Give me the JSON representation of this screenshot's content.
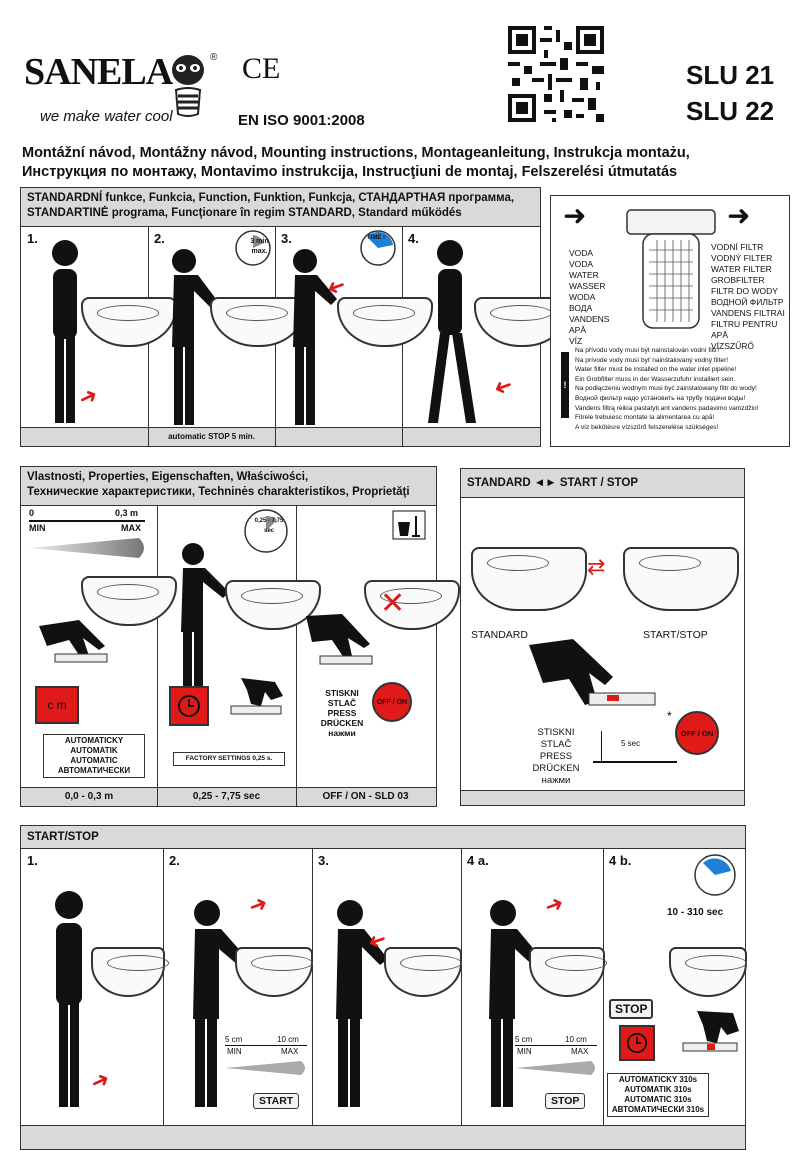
{
  "header": {
    "brand": "SANELA",
    "tagline": "we make water cool",
    "registered": "®",
    "ce": "CE",
    "iso": "EN ISO 9001:2008",
    "model1": "SLU 21",
    "model2": "SLU 22"
  },
  "title": {
    "line1": "Montážní návod, Montážny návod, Mounting instructions, Montageanleitung, Instrukcja montażu,",
    "line2": "Инструкция по монтажу, Montavimo instrukcija, Instrucţiuni de montaj, Felszerelési útmutatás"
  },
  "standard": {
    "header1": "STANDARDNÍ funkce, Funkcia, Function, Funktion, Funkcja, СТАНДАРТНАЯ программа,",
    "header2": "STANDARTINĖ programa, Funcţionare în regim STANDARD, Standard működés",
    "steps": [
      "1.",
      "2.",
      "3.",
      "4."
    ],
    "badge2": "3 min max.",
    "badge3": "TIME !",
    "footer": "automatic STOP 5 min."
  },
  "filter": {
    "left_labels": [
      "VODA",
      "VODA",
      "WATER",
      "WASSER",
      "WODA",
      "ВОДА",
      "VANDENS",
      "APĂ",
      "VÍZ"
    ],
    "right_labels": [
      "VODNÍ FILTR",
      "VODNÝ FILTER",
      "WATER FILTER",
      "GROBFILTER",
      "FILTR DO WODY",
      "ВОДНОЙ ФИЛЬТР",
      "VANDENS FILTRAI",
      "FILTRU PENTRU APĂ",
      "VÍZSZŰRŐ"
    ],
    "warning": "!",
    "notes": [
      "Na přívodu vody musí být nainstalován vodní filtr!",
      "Na prívode vody musí byť nainštalovaný vodný filter!",
      "Water filter must be installed on the water inlet pipeline!",
      "Ein Grobfilter muss in der Wasserzufuhr installiert sein.",
      "Na podłączeniu wodnym musi być zainstalowany filtr do wody!",
      "Водной фильтр надо установить на трубу подачи воды!",
      "Vandens filtrą reikia pastatyti ant vandens padavimo vamzdžio!",
      "Fitrele trebuiesc montate la alimentarea cu apă!",
      "A víz bekötésre vízszűrő felszerelése szükséges!"
    ]
  },
  "properties": {
    "header1": "Vlastnosti, Properties, Eigenschaften, Właściwości,",
    "header2": "Технические характеристики, Techninės charakteristikos, Proprietăţi",
    "scale_start": "0",
    "scale_end": "0,3 m",
    "min": "MIN",
    "max": "MAX",
    "cm": "c m",
    "auto": [
      "AUTOMATICKY",
      "AUTOMATIK",
      "AUTOMATIC",
      "АВТОМАТИЧЕСКИ"
    ],
    "badge_time": "0,25 - 7,75 sec",
    "factory": "FACTORY SETTINGS 0,25 s.",
    "press": [
      "STISKNI",
      "STLAČ",
      "PRESS",
      "DRÜCKEN",
      "нажми"
    ],
    "offon": "OFF / ON",
    "footer": [
      "0,0 - 0,3 m",
      "0,25 - 7,75 sec",
      "OFF / ON - SLD 03"
    ]
  },
  "standard_start": {
    "header": "STANDARD ◄► START / STOP",
    "standard": "STANDARD",
    "startstop": "START/STOP",
    "press": [
      "STISKNI",
      "STLAČ",
      "PRESS",
      "DRÜCKEN",
      "нажми"
    ],
    "fivesec": "5 sec",
    "offon": "OFF / ON",
    "star": "*"
  },
  "startstop": {
    "header": "START/STOP",
    "steps": [
      "1.",
      "2.",
      "3.",
      "4 a.",
      "4 b."
    ],
    "range_left": "5 cm",
    "range_right": "10 cm",
    "min": "MIN",
    "max": "MAX",
    "start": "START",
    "stop": "STOP",
    "time": "10 - 310 sec",
    "auto": [
      "AUTOMATICKY 310s",
      "AUTOMATIK 310s",
      "AUTOMATIC 310s",
      "АВТОМАТИЧЕСКИ 310s"
    ]
  },
  "colors": {
    "accent": "#e01919",
    "panel_header": "#d9d9d9",
    "badge_blue": "#1e7fd6"
  }
}
